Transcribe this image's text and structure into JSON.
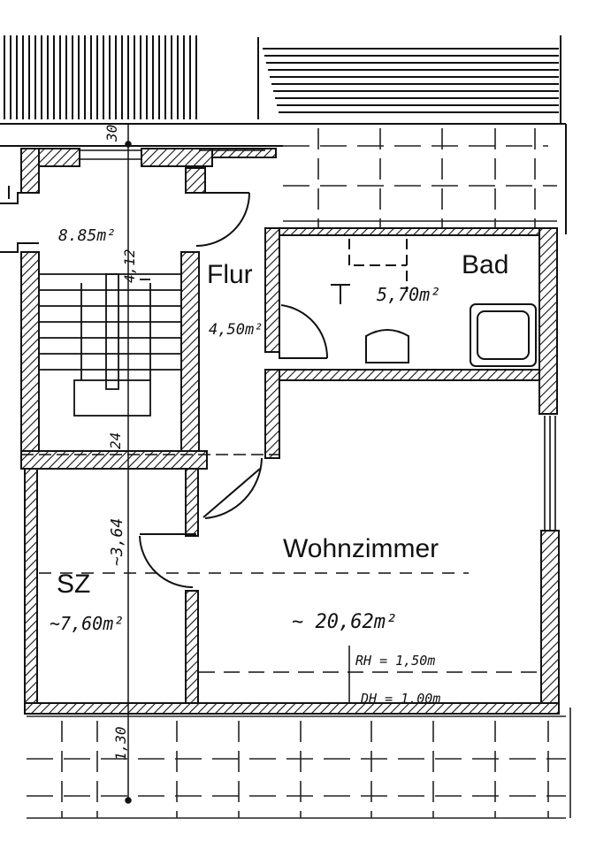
{
  "rooms": {
    "treppenhaus": {
      "area": "8.85m²"
    },
    "flur": {
      "name": "Flur",
      "area": "4,50m²"
    },
    "bad": {
      "name": "Bad",
      "area": "5,70m²"
    },
    "wohnzimmer": {
      "name": "Wohnzimmer",
      "area": "~ 20,62m²"
    },
    "sz": {
      "name": "SZ",
      "area": "~7,60m²"
    }
  },
  "dimensions": {
    "top": "30",
    "stair_length": "4,12",
    "wall": "24",
    "sz_length": "~3,64",
    "balcony": "1,30"
  },
  "heights": {
    "rh": "RH = 1,50m",
    "dh": "DH = 1.00m"
  }
}
